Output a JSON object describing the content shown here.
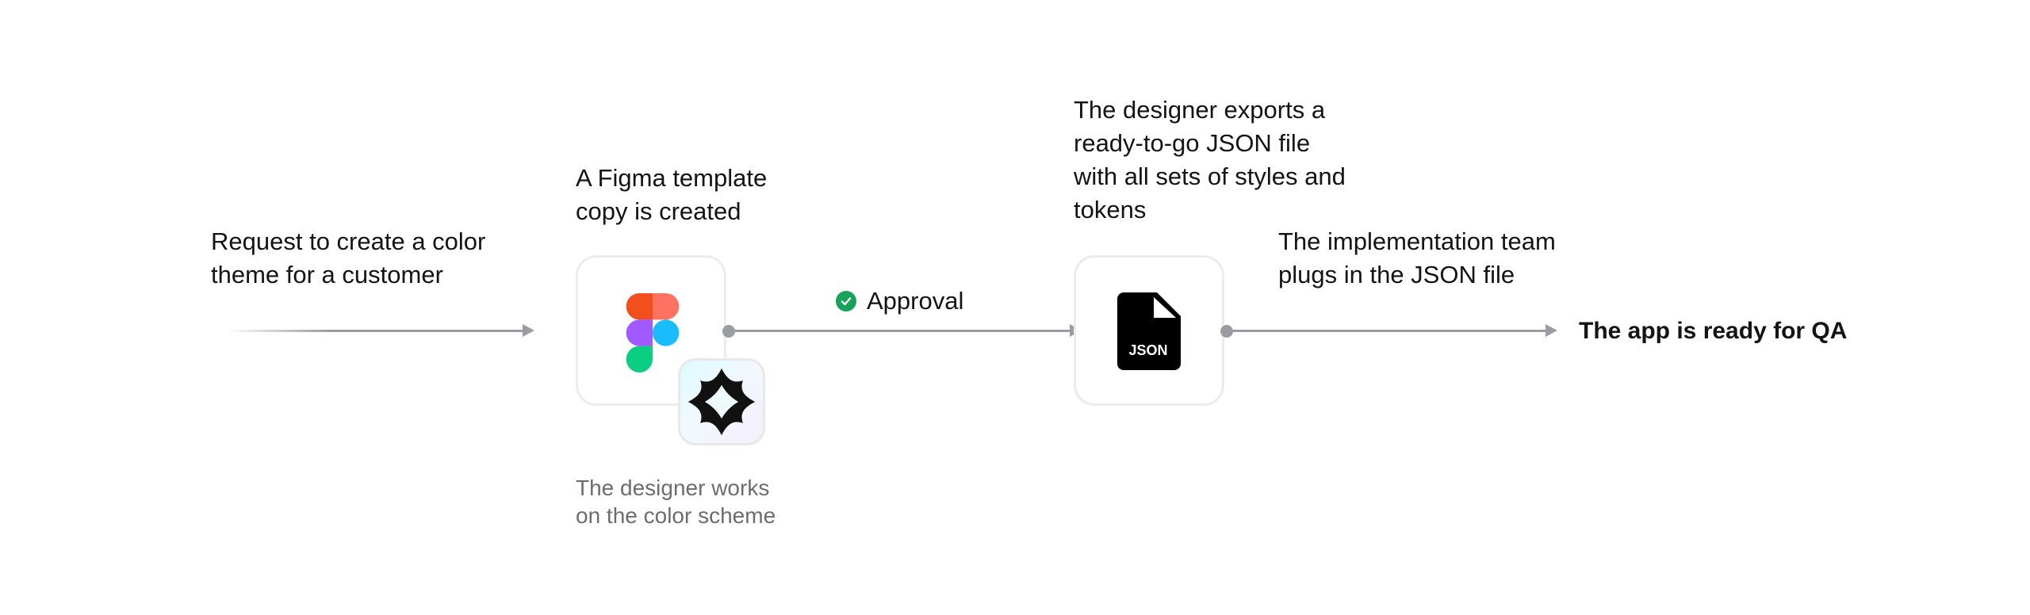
{
  "steps": {
    "request": "Request to create a color\ntheme for a customer",
    "figma_copy": "A Figma template\ncopy is created",
    "designer_works": "The designer works\non the color scheme",
    "approval": "Approval",
    "export": "The designer exports a\nready-to-go JSON file\nwith all sets of styles and\ntokens",
    "implementation": "The implementation team\nplugs in the JSON file",
    "final": "The app is ready for QA"
  },
  "icons": {
    "figma": "figma-logo-icon",
    "plugin": "plugin-logo-icon",
    "json_file": "json-file-icon",
    "json_label": "JSON",
    "check": "check-circle-icon"
  },
  "colors": {
    "arrow": "#9a9ca3",
    "approval_green": "#18a35a",
    "figma_red": "#f24e1e",
    "figma_salmon": "#ff7262",
    "figma_purple": "#a259ff",
    "figma_blue": "#1abcfe",
    "figma_green": "#0acf83"
  }
}
